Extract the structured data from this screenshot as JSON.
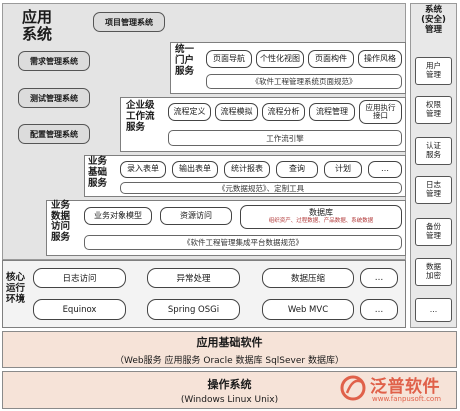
{
  "app": {
    "title": "应用\n系统"
  },
  "app_boxes": [
    "项目管理系统",
    "需求管理系统",
    "测试管理系统",
    "配置管理系统"
  ],
  "portal": {
    "label": "统一\n门户\n服务",
    "items": [
      "页面导航",
      "个性化视图",
      "页面构件",
      "操作风格"
    ],
    "desc": "《软件工程管理系统页面规范》"
  },
  "workflow": {
    "label": "企业级\n工作流\n服务",
    "items": [
      "流程定义",
      "流程模拟",
      "流程分析",
      "流程管理",
      "应用执行\n接口"
    ],
    "desc": "工作流引擎"
  },
  "business": {
    "label": "业务\n基础\n服务",
    "items": [
      "录入表单",
      "输出表单",
      "统计报表",
      "查询",
      "计划",
      "…"
    ],
    "desc": "《元数据规范》、定制工具"
  },
  "data_access": {
    "label": "业务\n数据\n访问\n服务",
    "items": [
      "业务对象模型",
      "资源访问"
    ],
    "db_title": "数据库",
    "db_sub": "组织资产、过程数据、产品数据、系统数据",
    "desc": "《软件工程管理集成平台数据规范》"
  },
  "core": {
    "label": "核心\n运行\n环境",
    "row1": [
      "日志访问",
      "异常处理",
      "数据压缩",
      "…"
    ],
    "row2": [
      "Equinox",
      "Spring OSGi",
      "Web MVC",
      "…"
    ]
  },
  "app_software": {
    "title": "应用基础软件",
    "sub": "（Web服务 应用服务 Oracle 数据库 SqlSever 数据库）"
  },
  "os": {
    "title": "操作系统",
    "sub": "(Windows  Linux  Unix)"
  },
  "security": {
    "title": "系统\n(安全)\n管理",
    "items": [
      "用户\n管理",
      "权限\n管理",
      "认证\n服务",
      "日志\n管理",
      "备份\n管理",
      "数据\n加密",
      "…"
    ]
  },
  "watermark": {
    "brand": "泛普软件",
    "url": "www.fanpusoft.com"
  }
}
